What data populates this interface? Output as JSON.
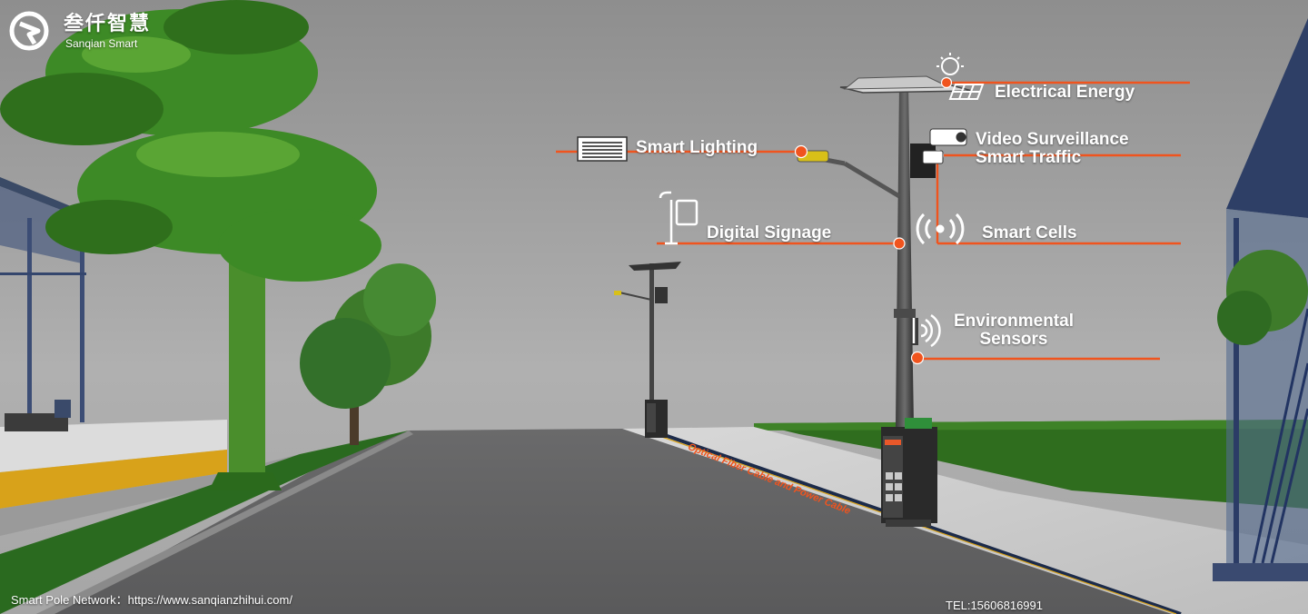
{
  "logo": {
    "name_cn": "叁仟智慧",
    "name_en": "Sanqian Smart"
  },
  "labels": {
    "electrical_energy": "Electrical Energy",
    "smart_lighting": "Smart Lighting",
    "video_surveillance": "Video Surveillance",
    "smart_traffic": "Smart Traffic",
    "digital_signage": "Digital Signage",
    "smart_cells": "Smart Cells",
    "environmental_line1": "Environmental",
    "environmental_line2": "Sensors",
    "cable": "Optical Fiber Cable and Power Cable"
  },
  "footer": {
    "left": "Smart Pole Network：https://www.sanqianzhihui.com/",
    "right": "TEL:15606816991"
  },
  "colors": {
    "accent": "#f0541e",
    "road": "#5f5f60",
    "sky": "#a3a3a3",
    "grass": "#2f6d1e",
    "tree": "#3f8a28"
  }
}
